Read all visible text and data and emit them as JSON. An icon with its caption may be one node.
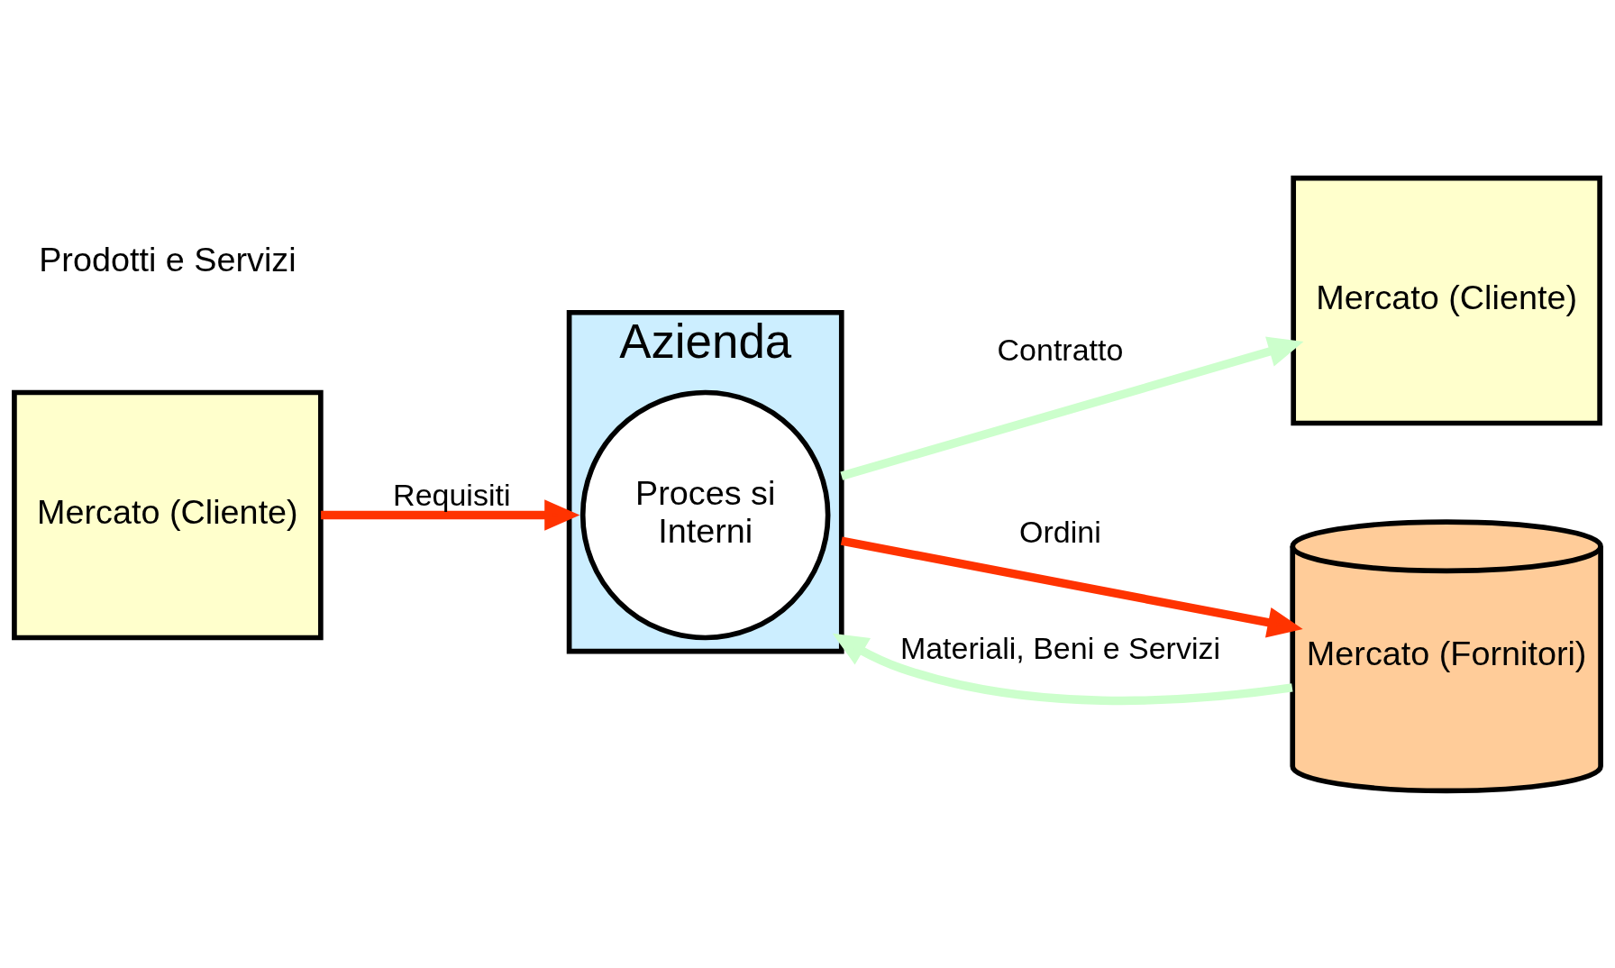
{
  "diagram": {
    "nodes": [
      {
        "text": [
          "Mercato (Cliente)"
        ]
      },
      {
        "text": [
          "Azienda"
        ]
      },
      {
        "text": [
          "Proces si",
          "Interni"
        ],
        "in": 1
      },
      {
        "text": [
          "Mercato (Cliente)"
        ]
      },
      {
        "text": [
          "Mercato (Fornitori)"
        ]
      }
    ],
    "edges": [
      {
        "from": 0,
        "to": 1,
        "arrow": "to",
        "label": "Requisiti",
        "color": "#ff3300"
      },
      {
        "from": 1,
        "to": 3,
        "arrow": "to",
        "label": "Contratto",
        "color": "#ccffcc"
      },
      {
        "from": 1,
        "to": 4,
        "arrow": "to",
        "label": "Ordini",
        "color": "#ff3300"
      },
      {
        "from": 4,
        "to": 1,
        "arrow": "to",
        "label": "Materiali, Beni e Servizi",
        "color": "#ccffcc"
      }
    ],
    "labels": [
      "Prodotti e Servizi"
    ]
  }
}
